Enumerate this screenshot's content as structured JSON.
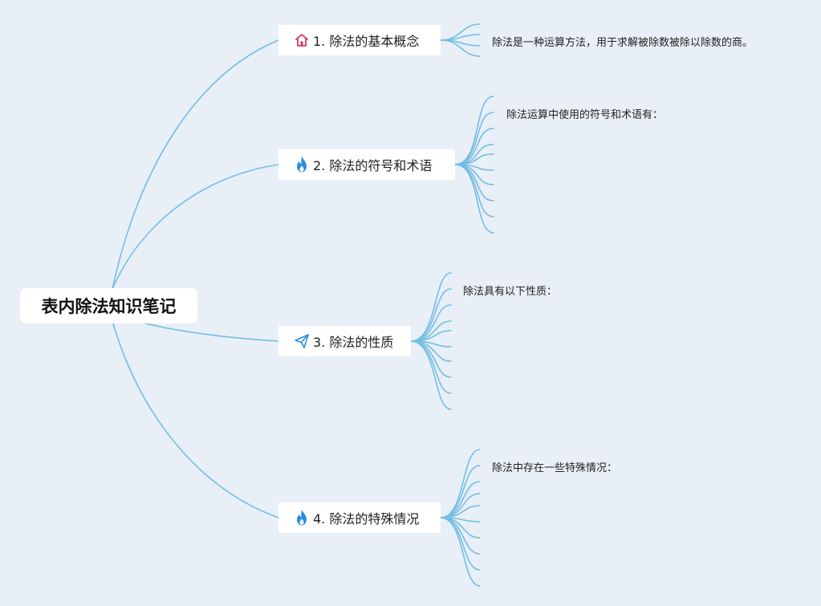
{
  "root": {
    "label": "表内除法知识笔记"
  },
  "topics": [
    {
      "label": "1. 除法的基本概念",
      "icon": "home-icon",
      "leaf_text": "除法是一种运算方法，用于求解被除数被除以除数的商。"
    },
    {
      "label": "2. 除法的符号和术语",
      "icon": "fire-icon",
      "leaf_text": "除法运算中使用的符号和术语有："
    },
    {
      "label": "3. 除法的性质",
      "icon": "paper-plane-icon",
      "leaf_text": "除法具有以下性质："
    },
    {
      "label": "4. 除法的特殊情况",
      "icon": "fire-icon",
      "leaf_text": "除法中存在一些特殊情况："
    }
  ],
  "colors": {
    "background": "#e8eff7",
    "connector": "#74bde3",
    "home_icon": "#d9365d",
    "fire_icon": "#2a8fe0",
    "plane_icon": "#2a8fe0"
  }
}
